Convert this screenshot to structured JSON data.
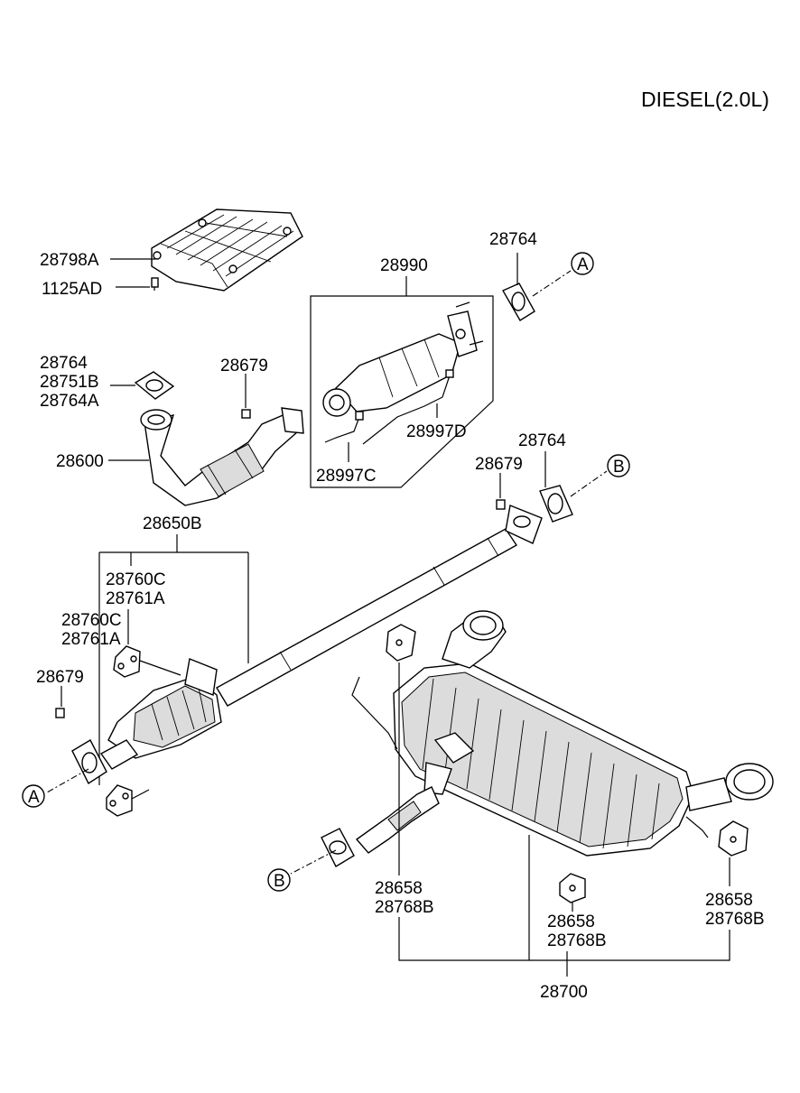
{
  "title": "DIESEL(2.0L)",
  "labels": {
    "p28798A": "28798A",
    "p1125AD": "1125AD",
    "p28990": "28990",
    "p28764_top": "28764",
    "p28764_mid": "28764",
    "p28751B": "28751B",
    "p28764A": "28764A",
    "p28679_top": "28679",
    "p28997D": "28997D",
    "p28997C": "28997C",
    "p28600": "28600",
    "p28679_mid": "28679",
    "p28764_right": "28764",
    "p28650B": "28650B",
    "p28760C_a": "28760C",
    "p28761A_a": "28761A",
    "p28760C_b": "28760C",
    "p28761A_b": "28761A",
    "p28679_left": "28679",
    "p28658_a": "28658",
    "p28768B_a": "28768B",
    "p28658_b": "28658",
    "p28768B_b": "28768B",
    "p28658_c": "28658",
    "p28768B_c": "28768B",
    "p28700": "28700"
  },
  "refs": {
    "a1": "A",
    "a2": "A",
    "b1": "B",
    "b2": "B"
  }
}
